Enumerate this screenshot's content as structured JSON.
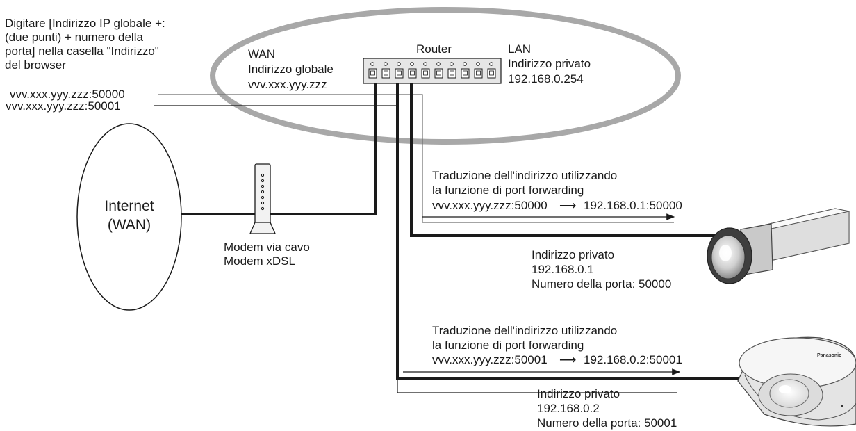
{
  "instruction": {
    "line1": "Digitare [Indirizzo IP globale +:",
    "line2": "(due punti) + numero della",
    "line3": "porta] nella casella \"Indirizzo\"",
    "line4": "del browser"
  },
  "browser_urls": [
    "vvv.xxx.yyy.zzz:50000",
    "vvv.xxx.yyy.zzz:50001"
  ],
  "wan": {
    "title": "WAN",
    "label": "Indirizzo globale",
    "address": "vvv.xxx.yyy.zzz"
  },
  "router": {
    "label": "Router"
  },
  "lan": {
    "title": "LAN",
    "label": "Indirizzo privato",
    "address": "192.168.0.254"
  },
  "internet": {
    "line1": "Internet",
    "line2": "(WAN)"
  },
  "modem": {
    "line1": "Modem via cavo",
    "line2": "Modem xDSL"
  },
  "forwarding": [
    {
      "line1": "Traduzione dell'indirizzo utilizzando",
      "line2": "la funzione di port forwarding",
      "from": "vvv.xxx.yyy.zzz:50000",
      "arrow": "⟶",
      "to": "192.168.0.1:50000"
    },
    {
      "line1": "Traduzione dell'indirizzo utilizzando",
      "line2": "la funzione di port forwarding",
      "from": "vvv.xxx.yyy.zzz:50001",
      "arrow": "⟶",
      "to": "192.168.0.2:50001"
    }
  ],
  "cameras": [
    {
      "label": "Indirizzo privato",
      "address": "192.168.0.1",
      "port": "Numero della porta: 50000"
    },
    {
      "label": "Indirizzo privato",
      "address": "192.168.0.2",
      "port": "Numero della porta: 50001"
    }
  ],
  "dome_brand": "Panasonic",
  "colors": {
    "ellipse": "#a8a8a8",
    "line": "#1a1a1a",
    "router": "#d9d9d9"
  }
}
